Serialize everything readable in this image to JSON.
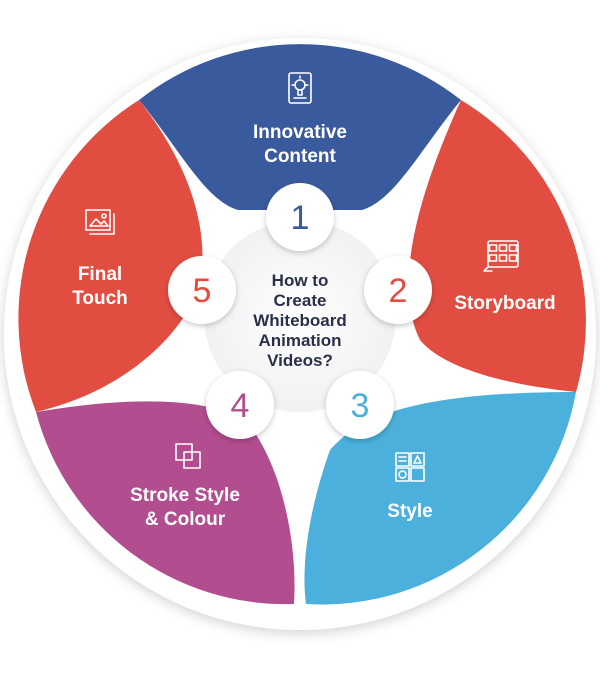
{
  "diagram": {
    "center": {
      "lines": [
        "How to",
        "Create",
        "Whiteboard",
        "Animation",
        "Videos?"
      ]
    },
    "steps": [
      {
        "number": "1",
        "lines": [
          "Innovative",
          "Content"
        ],
        "color": "#3a5a9e",
        "icon": "lightbulb-document-icon"
      },
      {
        "number": "2",
        "lines": [
          "Storyboard"
        ],
        "color": "#e24d42",
        "icon": "storyboard-icon"
      },
      {
        "number": "3",
        "lines": [
          "Style"
        ],
        "color": "#4bb1dc",
        "icon": "style-grid-icon"
      },
      {
        "number": "4",
        "lines": [
          "Stroke Style",
          "& Colour"
        ],
        "color": "#b24d8f",
        "icon": "layers-icon"
      },
      {
        "number": "5",
        "lines": [
          "Final",
          "Touch"
        ],
        "color": "#e24d42",
        "icon": "image-gallery-icon"
      }
    ]
  }
}
